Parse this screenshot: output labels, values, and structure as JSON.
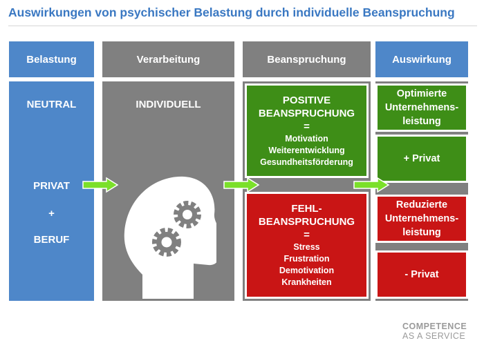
{
  "title": "Auswirkungen von psychischer Belastung durch individuelle Beanspruchung",
  "headers": {
    "belastung": "Belastung",
    "verarbeitung": "Verarbeitung",
    "beanspruchung": "Beanspruchung",
    "auswirkung": "Auswirkung"
  },
  "belastung": {
    "neutral": "NEUTRAL",
    "privat": "PRIVAT",
    "plus": "+",
    "beruf": "BERUF"
  },
  "verarbeitung": {
    "label": "INDIVIDUELL",
    "icon": "head-gears-icon"
  },
  "positive": {
    "title_line1": "POSITIVE",
    "title_line2": "BEANSPRUCHUNG",
    "equals": "=",
    "items": [
      "Motivation",
      "Weiterentwicklung",
      "Gesundheitsförderung"
    ]
  },
  "fehl": {
    "title_line1": "FEHL-",
    "title_line2": "BEANSPRUCHUNG",
    "equals": "=",
    "items": [
      "Stress",
      "Frustration",
      "Demotivation",
      "Krankheiten"
    ]
  },
  "auswirkung": {
    "optimierte": [
      "Optimierte",
      "Unternehmens-",
      "leistung"
    ],
    "plus_privat": "+ Privat",
    "reduzierte": [
      "Reduzierte",
      "Unternehmens-",
      "leistung"
    ],
    "minus_privat": "- Privat"
  },
  "footer": {
    "line1": "COMPETENCE",
    "line2": "AS A SERVICE"
  },
  "colors": {
    "blue": "#4e87c9",
    "grey": "#808080",
    "green": "#3e8e17",
    "red": "#c91515",
    "arrow": "#7be02a",
    "title": "#3a78c2"
  }
}
